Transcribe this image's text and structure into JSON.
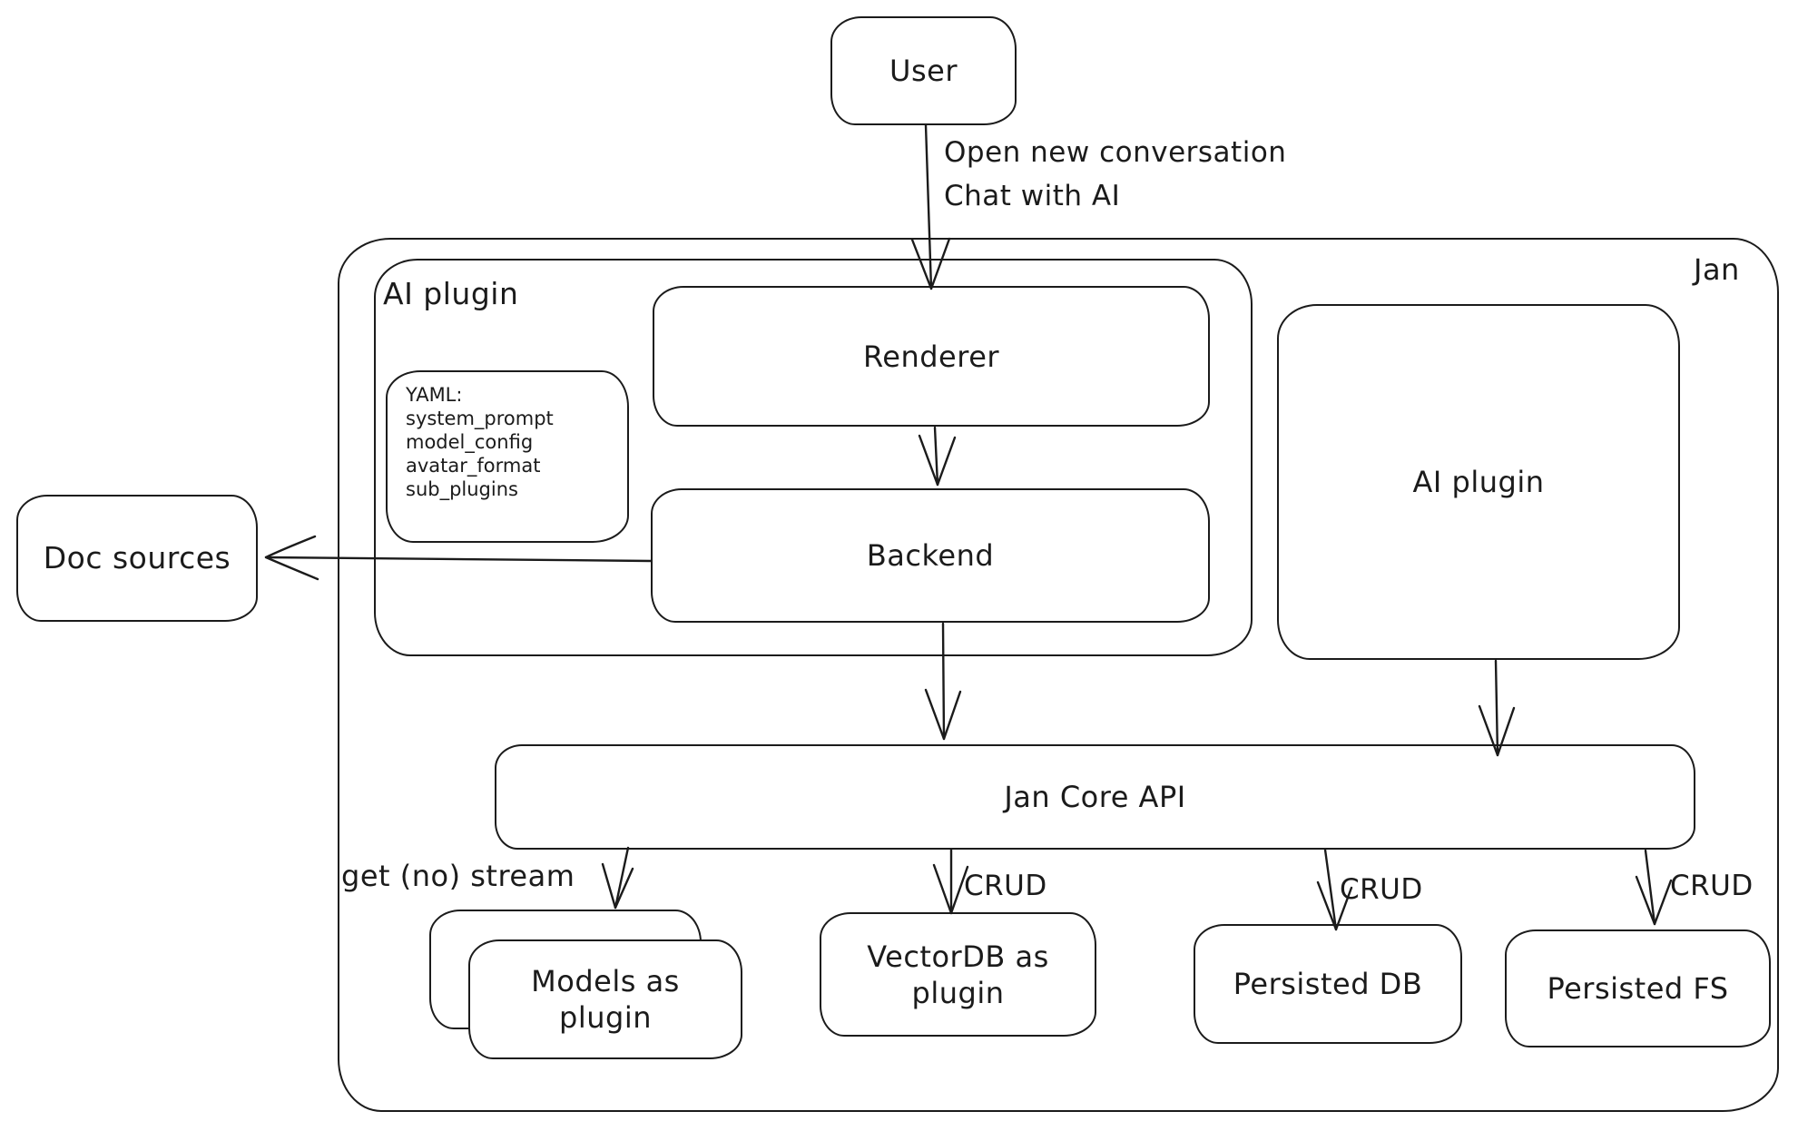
{
  "diagram": {
    "container_label": "Jan",
    "nodes": {
      "user": "User",
      "ai_plugin_left": "AI plugin",
      "renderer": "Renderer",
      "backend": "Backend",
      "ai_plugin_right": "AI plugin",
      "doc_sources": "Doc sources",
      "jan_core_api": "Jan Core API",
      "models_as_plugin": "Models as plugin",
      "vectordb_as_plugin": "VectorDB as plugin",
      "persisted_db": "Persisted DB",
      "persisted_fs": "Persisted FS"
    },
    "yaml_note": {
      "lines": [
        "YAML:",
        "system_prompt",
        "model_config",
        "avatar_format",
        "sub_plugins"
      ]
    },
    "edge_labels": {
      "user_flow_line1": "Open new conversation",
      "user_flow_line2": "Chat with AI",
      "stream": "get (no) stream",
      "crud_vectordb": "CRUD",
      "crud_persisted_db": "CRUD",
      "crud_persisted_fs": "CRUD"
    },
    "colors": {
      "stroke": "#1b1b1b",
      "background": "#ffffff"
    }
  }
}
